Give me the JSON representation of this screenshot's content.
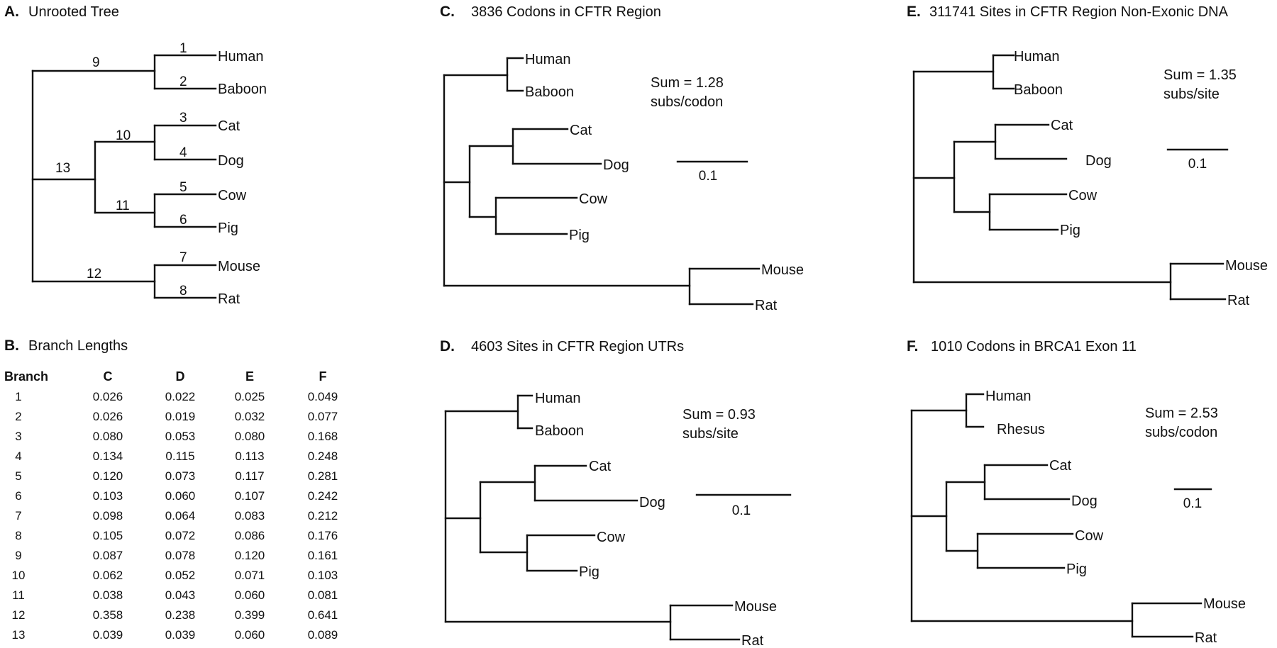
{
  "panels": {
    "A": {
      "letter": "A.",
      "title": "Unrooted Tree",
      "leaves": [
        "Human",
        "Baboon",
        "Cat",
        "Dog",
        "Cow",
        "Pig",
        "Mouse",
        "Rat"
      ],
      "branch_numbers": [
        "1",
        "2",
        "3",
        "4",
        "5",
        "6",
        "7",
        "8",
        "9",
        "10",
        "11",
        "12",
        "13"
      ]
    },
    "B": {
      "letter": "B.",
      "title": "Branch Lengths",
      "columns": [
        "Branch",
        "C",
        "D",
        "E",
        "F"
      ],
      "rows": [
        [
          "1",
          "0.026",
          "0.022",
          "0.025",
          "0.049"
        ],
        [
          "2",
          "0.026",
          "0.019",
          "0.032",
          "0.077"
        ],
        [
          "3",
          "0.080",
          "0.053",
          "0.080",
          "0.168"
        ],
        [
          "4",
          "0.134",
          "0.115",
          "0.113",
          "0.248"
        ],
        [
          "5",
          "0.120",
          "0.073",
          "0.117",
          "0.281"
        ],
        [
          "6",
          "0.103",
          "0.060",
          "0.107",
          "0.242"
        ],
        [
          "7",
          "0.098",
          "0.064",
          "0.083",
          "0.212"
        ],
        [
          "8",
          "0.105",
          "0.072",
          "0.086",
          "0.176"
        ],
        [
          "9",
          "0.087",
          "0.078",
          "0.120",
          "0.161"
        ],
        [
          "10",
          "0.062",
          "0.052",
          "0.071",
          "0.103"
        ],
        [
          "11",
          "0.038",
          "0.043",
          "0.060",
          "0.081"
        ],
        [
          "12",
          "0.358",
          "0.238",
          "0.399",
          "0.641"
        ],
        [
          "13",
          "0.039",
          "0.039",
          "0.060",
          "0.089"
        ]
      ]
    },
    "C": {
      "letter": "C.",
      "title": "3836 Codons in CFTR Region",
      "sum_line1": "Sum = 1.28",
      "sum_line2": "subs/codon",
      "scale_label": "0.1",
      "leaves": [
        "Human",
        "Baboon",
        "Cat",
        "Dog",
        "Cow",
        "Pig",
        "Mouse",
        "Rat"
      ]
    },
    "D": {
      "letter": "D.",
      "title": "4603 Sites in CFTR Region UTRs",
      "sum_line1": "Sum = 0.93",
      "sum_line2": "subs/site",
      "scale_label": "0.1",
      "leaves": [
        "Human",
        "Baboon",
        "Cat",
        "Dog",
        "Cow",
        "Pig",
        "Mouse",
        "Rat"
      ]
    },
    "E": {
      "letter": "E.",
      "title": "311741 Sites in CFTR Region Non-Exonic DNA",
      "sum_line1": "Sum = 1.35",
      "sum_line2": "subs/site",
      "scale_label": "0.1",
      "leaves": [
        "Human",
        "Baboon",
        "Cat",
        "Dog",
        "Cow",
        "Pig",
        "Mouse",
        "Rat"
      ]
    },
    "F": {
      "letter": "F.",
      "title": "1010 Codons in BRCA1 Exon 11",
      "sum_line1": "Sum = 2.53",
      "sum_line2": "subs/codon",
      "scale_label": "0.1",
      "leaves": [
        "Human",
        "Rhesus",
        "Cat",
        "Dog",
        "Cow",
        "Pig",
        "Mouse",
        "Rat"
      ]
    }
  }
}
